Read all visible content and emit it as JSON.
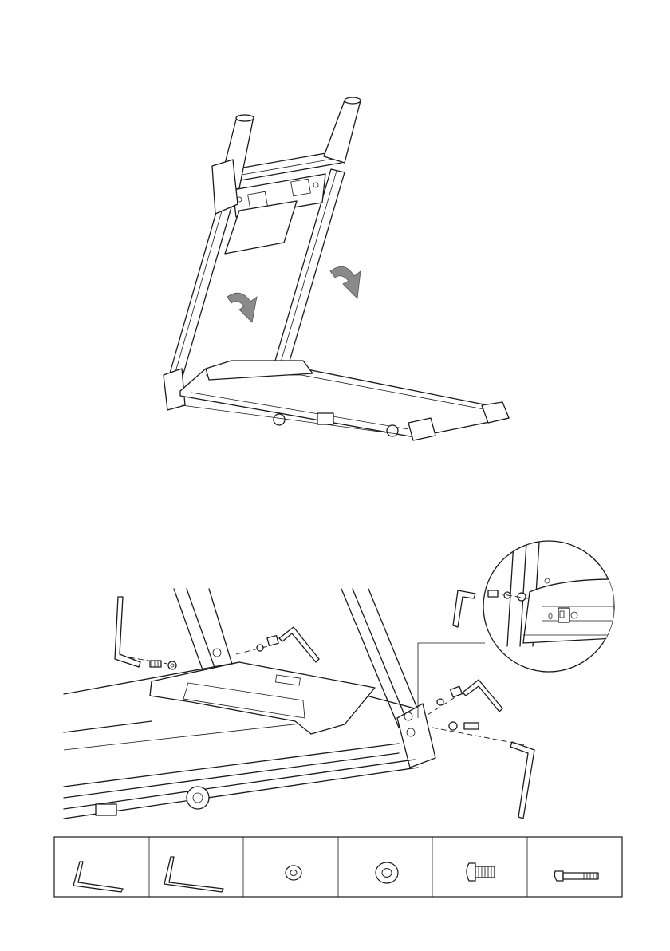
{
  "figures": [
    {
      "id": "fold-up-treadmill",
      "arrows": 2
    },
    {
      "id": "attach-uprights-to-base",
      "detail_inset": true
    }
  ],
  "hardware_table": {
    "cells": [
      {
        "icon": "allen-key-small-icon"
      },
      {
        "icon": "allen-key-large-icon"
      },
      {
        "icon": "small-washer-icon"
      },
      {
        "icon": "large-washer-icon"
      },
      {
        "icon": "short-bolt-icon"
      },
      {
        "icon": "long-bolt-icon"
      }
    ]
  },
  "colors": {
    "line": "#1a1a1a",
    "arrow": "#8a8a8a",
    "background": "#ffffff"
  }
}
